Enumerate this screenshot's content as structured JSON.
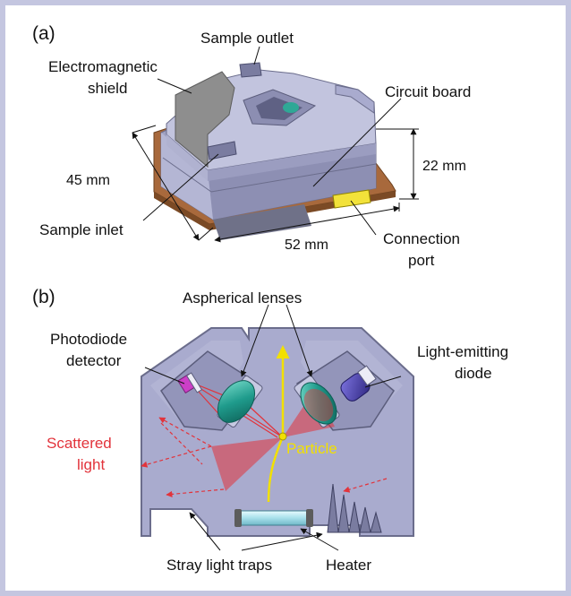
{
  "panel_a": {
    "tag": "(a)",
    "labels": {
      "sample_outlet": "Sample outlet",
      "em_shield_line1": "Electromagnetic",
      "em_shield_line2": "shield",
      "circuit_board": "Circuit board",
      "sample_inlet": "Sample inlet",
      "connection_port_line1": "Connection",
      "connection_port_line2": "port"
    },
    "dimensions": {
      "depth": "45 mm",
      "height": "22 mm",
      "width": "52 mm"
    }
  },
  "panel_b": {
    "tag": "(b)",
    "labels": {
      "aspherical_lenses": "Aspherical lenses",
      "photodiode_line1": "Photodiode",
      "photodiode_line2": "detector",
      "led_line1": "Light-emitting",
      "led_line2": "diode",
      "scattered_line1": "Scattered",
      "scattered_line2": "light",
      "particle": "Particle",
      "stray_light_traps": "Stray light traps",
      "heater": "Heater"
    }
  },
  "colors": {
    "frame": "#c4c6e0",
    "housing": "#a9abce",
    "shield": "#8e8e8e",
    "circuit_board": "#a8693c",
    "connector": "#f2e23a",
    "laser": "#e2333b",
    "scattered_label": "#e2333b",
    "particle_path": "#f2e000",
    "lens": "#1f9b8c",
    "led": "#4a3fb0",
    "photodiode": "#cc3fc7",
    "heater": "#a7e0ea"
  }
}
